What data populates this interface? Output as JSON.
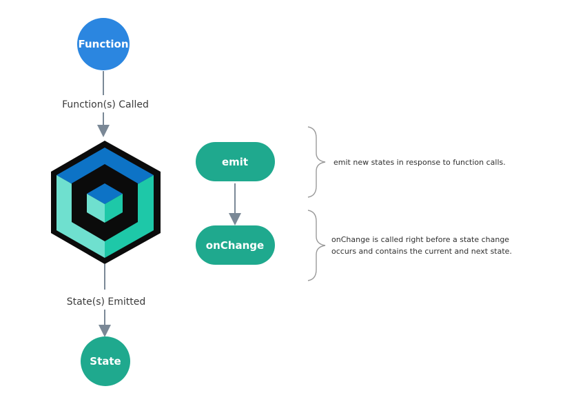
{
  "diagram": {
    "nodes": {
      "function": "Function",
      "state": "State",
      "emit": "emit",
      "onchange": "onChange"
    },
    "edge_labels": {
      "functions_called": "Function(s) Called",
      "states_emitted": "State(s) Emitted"
    },
    "notes": {
      "emit": "emit new states in response to function calls.",
      "onchange_line1": "onChange is called right before a state change",
      "onchange_line2": "occurs and contains the current and next state."
    },
    "icons": {
      "logo": "bloc-cube-logo"
    },
    "colors": {
      "function_node": "#2b86e0",
      "teal_node": "#1fa98e",
      "connector": "#7a8896",
      "logo_outline": "#0b0b0b",
      "logo_blue": "#0d73c6",
      "logo_teal_dark": "#1ec8a8",
      "logo_teal_light": "#6fe0cf",
      "brace": "#9a9a9a"
    }
  }
}
